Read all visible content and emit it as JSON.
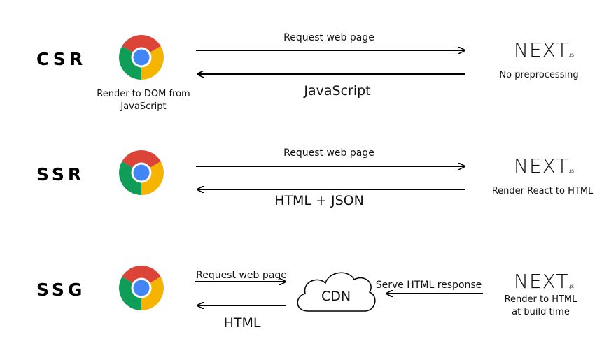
{
  "rows": {
    "csr": {
      "label": "CSR",
      "request": "Request web page",
      "response": "JavaScript",
      "client_note": "Render to DOM from\nJavaScript",
      "server_note": "No preprocessing"
    },
    "ssr": {
      "label": "SSR",
      "request": "Request web page",
      "response": "HTML + JSON",
      "server_note": "Render React to HTML"
    },
    "ssg": {
      "label": "SSG",
      "request": "Request web page",
      "response": "HTML",
      "cdn": "CDN",
      "serve": "Serve HTML response",
      "server_note": "Render to HTML\nat build time"
    }
  },
  "logo": {
    "main": "NEXT",
    "suffix": ".JS"
  },
  "icons": {
    "client": "chrome-browser-icon",
    "server": "nextjs-logo-icon",
    "cdn": "cloud-icon"
  },
  "colors": {
    "red": "#DB4437",
    "green": "#0F9D58",
    "yellow": "#F4B400",
    "blue": "#4285F4"
  }
}
